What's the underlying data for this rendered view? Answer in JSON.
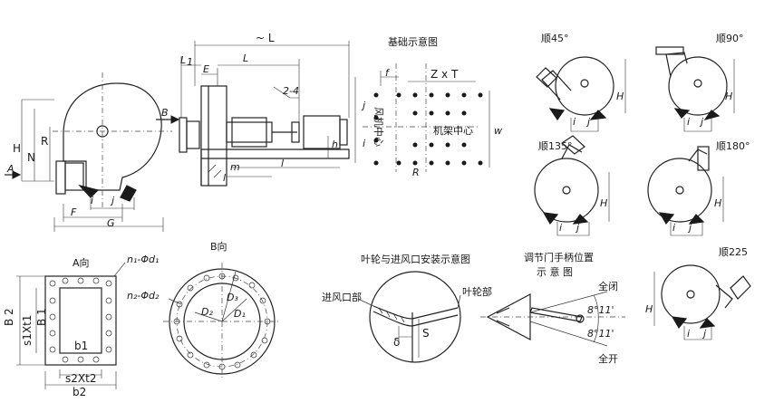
{
  "front_view": {
    "labels": {
      "H": "H",
      "N": "N",
      "R": "R",
      "A": "A",
      "F": "F",
      "G": "G",
      "i": "i",
      "j": "j"
    }
  },
  "side_view": {
    "labels": {
      "L_top": "~ L",
      "L1": "L",
      "L1_sub": "1",
      "E": "E",
      "L": "L",
      "two_four": "2-4",
      "B": "B",
      "h": "h",
      "m": "m",
      "l": "l",
      "l_bot": "l"
    }
  },
  "foundation": {
    "title": "基础示意图",
    "labels": {
      "f": "f",
      "ZxT": "Z x T",
      "fan_center": "风机中心",
      "frame_center": "机架中心",
      "j": "j",
      "i": "i",
      "R": "R",
      "w": "w"
    }
  },
  "orientations": [
    {
      "id": "45",
      "label": "顺45°"
    },
    {
      "id": "90",
      "label": "顺90°"
    },
    {
      "id": "135",
      "label": "顺135°"
    },
    {
      "id": "180",
      "label": "顺180°"
    },
    {
      "id": "225",
      "label": "顺225"
    }
  ],
  "orient_labels": {
    "H": "H",
    "i": "i",
    "j": "j"
  },
  "a_view": {
    "title": "A向",
    "labels": {
      "n1": "n₁-Φd₁",
      "B2": "B 2",
      "s1": "s1Xt1",
      "B1": "B 1",
      "b1": "b1",
      "s2": "s2Xt2",
      "b2": "b2"
    }
  },
  "b_view": {
    "title": "B向",
    "labels": {
      "n2": "n₂-Φd₂",
      "D1": "D₁",
      "D2": "D₂",
      "D3": "D₃"
    }
  },
  "impeller": {
    "title": "叶轮与进风口安装示意图",
    "labels": {
      "inlet": "进风口部",
      "impeller": "叶轮部",
      "delta": "δ",
      "S": "S"
    }
  },
  "damper": {
    "title": "调节门手柄位置",
    "subtitle": "示 意 图",
    "labels": {
      "closed": "全闭",
      "open": "全开",
      "angle1": "8°11'",
      "angle2": "8°11'"
    }
  }
}
